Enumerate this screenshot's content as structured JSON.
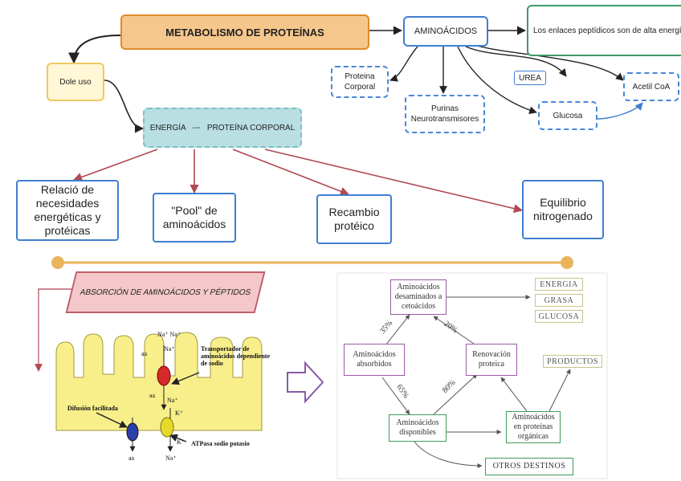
{
  "nodes": {
    "metabolismo": "METABOLISMO DE PROTEÍNAS",
    "aminoacidos": "AMINOÁCIDOS",
    "enlaces": "Los enlaces peptídicos son de alta energía",
    "dole_uso": "Dole uso",
    "proteina_corporal": "Proteina Corporal",
    "urea": "UREA",
    "acetil": "Acetil CoA",
    "purinas": "Purinas Neurotransmisores",
    "glucosa": "Glucosa",
    "energia_proteina": "ENERGÍA   ---   PROTEÍNA CORPORAL",
    "relacion": "Relació de necesidades energéticas y protéicas",
    "pool": "\"Pool\" de aminoácidos",
    "recambio": "Recambio protéico",
    "equilibrio": "Equilibrio nitrogenado",
    "absorcion": "ABSORCIÓN DE AMINOÁCIDOS Y PÉPTIDOS"
  },
  "intestine_labels": {
    "na_top": "Na⁺ Na⁺",
    "na_mid": "Na⁺",
    "aa_left": "aa",
    "transportador": "Transportador de aminoácidos dependiente de sodio",
    "na_below": "Na⁺",
    "aa_mid": "aa",
    "k_plus": "K⁺",
    "difusion": "Difusión facilitada",
    "atpasa": "ATPasa sodio potasio",
    "k_plus_2": "K⁺",
    "aa_bottom": "aa",
    "na_bottom": "Na⁺"
  },
  "flow": {
    "desaminados": "Aminoácidos desaminados a cetoácidos",
    "energia": "ENERGIA",
    "grasa": "GRASA",
    "glucosa": "GLUCOSA",
    "absorbidos": "Aminoácidos absorbidos",
    "renovacion": "Renovación proteica",
    "productos": "PRODUCTOS",
    "disponibles": "Aminoácidos disponibles",
    "organicas": "Aminoácidos en proteínas orgánicas",
    "otros": "OTROS DESTINOS",
    "pct_35": "35%",
    "pct_20": "20%",
    "pct_65": "65%",
    "pct_80": "80%"
  },
  "colors": {
    "header_fill": "#f6c78c",
    "header_border": "#e08a2c",
    "teal_fill": "#b9dfe3",
    "red_arrow": "#b04a52",
    "blue_border": "#3f7fd0",
    "intestine": "#f8ef8a",
    "absorcion_fill": "#f4c8ca",
    "timeline": "#e9b45a"
  }
}
